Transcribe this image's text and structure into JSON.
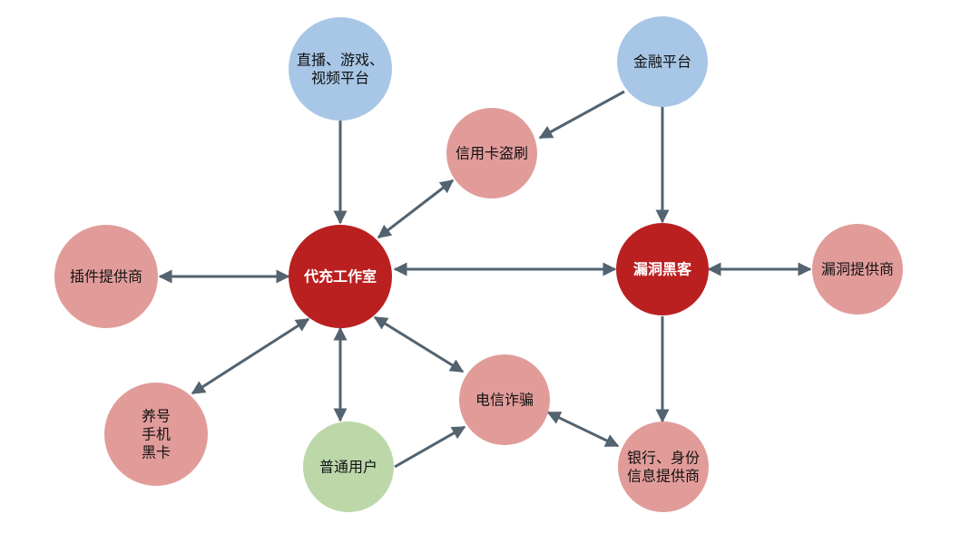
{
  "colors": {
    "platform": "#a8c6e6",
    "partner": "#e19c9a",
    "core": "#bb2020",
    "user": "#bcd8a9",
    "edge": "#536370",
    "text_dark": "#111111",
    "text_light": "#ffffff"
  },
  "nodes": {
    "live_game_video": {
      "lines": [
        "直播、游戏、",
        "视频平台"
      ]
    },
    "finance_platform": {
      "lines": [
        "金融平台"
      ]
    },
    "credit_card_fraud": {
      "lines": [
        "信用卡盗刷"
      ]
    },
    "plugin_provider": {
      "lines": [
        "插件提供商"
      ]
    },
    "recharge_studio": {
      "lines": [
        "代充工作室"
      ]
    },
    "vulnerability_hacker": {
      "lines": [
        "漏洞黑客"
      ]
    },
    "vulnerability_provider": {
      "lines": [
        "漏洞提供商"
      ]
    },
    "account_phone_card": {
      "lines": [
        "养号",
        "手机",
        "黑卡"
      ]
    },
    "ordinary_user": {
      "lines": [
        "普通用户"
      ]
    },
    "telecom_fraud": {
      "lines": [
        "电信诈骗"
      ]
    },
    "bank_id_provider": {
      "lines": [
        "银行、身份",
        "信息提供商"
      ]
    }
  }
}
